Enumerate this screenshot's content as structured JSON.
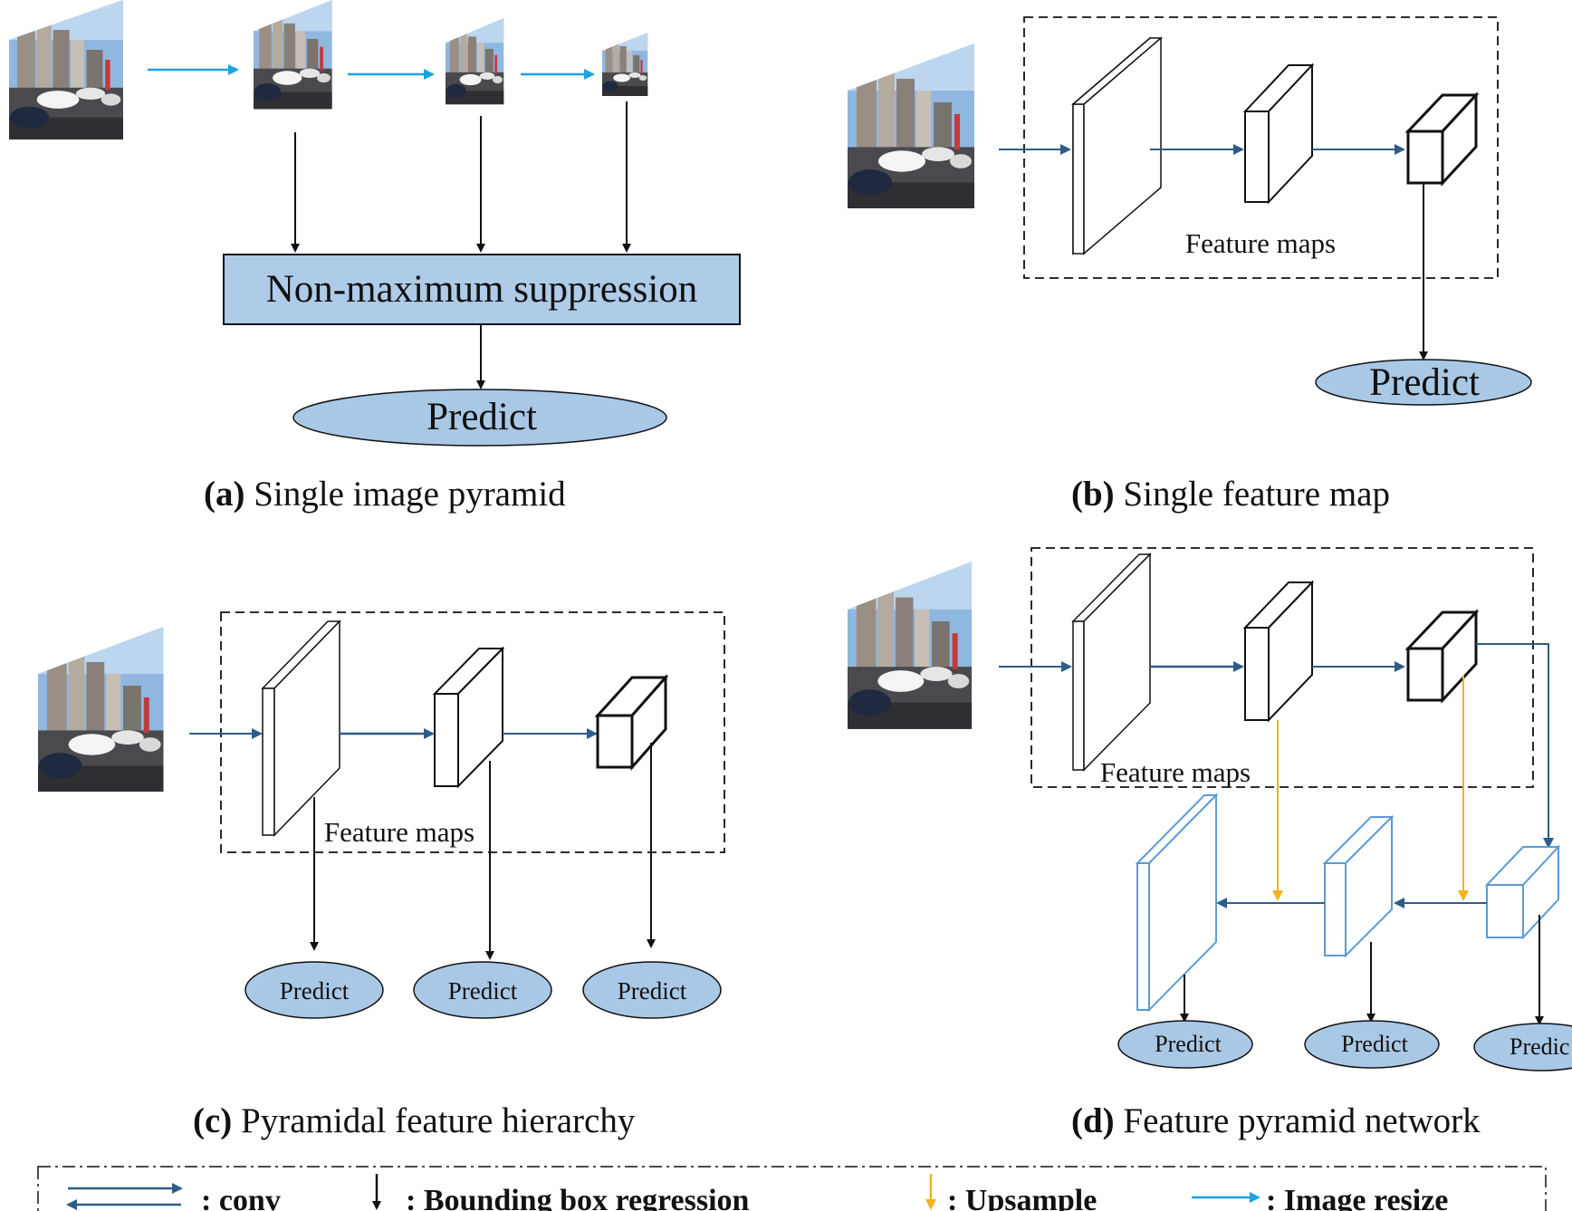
{
  "panel_a": {
    "nms_label": "Non-maximum suppression",
    "predict_label": "Predict",
    "caption_letter": "(a)",
    "caption_text": " Single image pyramid"
  },
  "panel_b": {
    "feature_maps_label": "Feature maps",
    "predict_label": "Predict",
    "caption_letter": "(b)",
    "caption_text": " Single feature map"
  },
  "panel_c": {
    "feature_maps_label": "Feature maps",
    "predict_labels": [
      "Predict",
      "Predict",
      "Predict"
    ],
    "caption_letter": "(c)",
    "caption_text": " Pyramidal feature hierarchy"
  },
  "panel_d": {
    "feature_maps_label": "Feature maps",
    "predict_labels": [
      "Predict",
      "Predict",
      "Predic"
    ],
    "caption_letter": "(d)",
    "caption_text": " Feature pyramid network"
  },
  "legend": {
    "conv": ": conv",
    "bbox": ": Bounding box regression",
    "upsample": ": Upsample",
    "resize": ": Image resize"
  },
  "colors": {
    "conv_arrow": "#2e5c8a",
    "resize_arrow": "#1aa3e0",
    "upsample_arrow": "#f2b21b",
    "ellipse_fill": "#a9c8e6",
    "box_fill": "#aecbe8",
    "fpn_block": "#5b9bd5"
  }
}
